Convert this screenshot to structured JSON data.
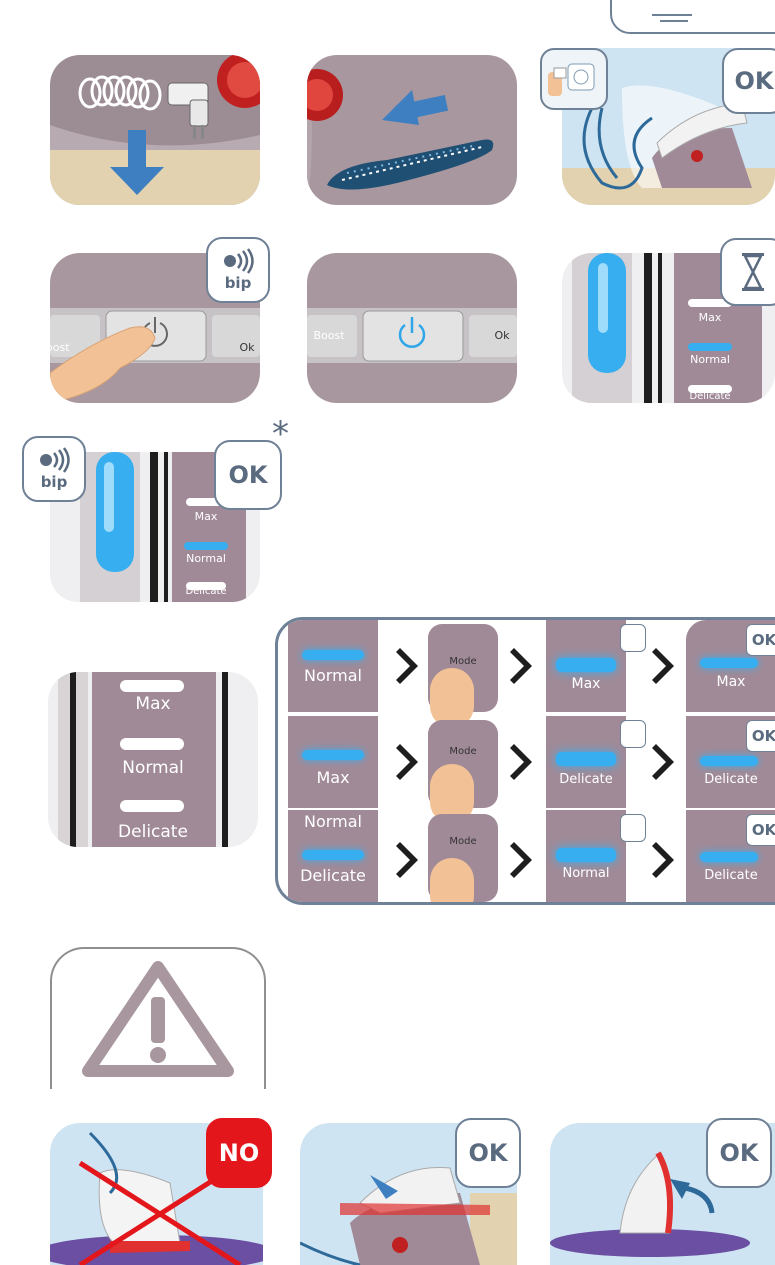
{
  "badges": {
    "ok": "OK",
    "no": "NO",
    "bip": "bip"
  },
  "buttons": {
    "boost": "Boost",
    "ok": "Ok",
    "mode": "Mode"
  },
  "modes": {
    "max": "Max",
    "normal": "Normal",
    "delicate": "Delicate"
  },
  "asterisk": "*",
  "sequence": [
    {
      "start": "Normal",
      "target": "Max"
    },
    {
      "start": "Max",
      "target": "Delicate"
    },
    {
      "start": "Delicate",
      "target": "Normal"
    }
  ],
  "icons": [
    "plug-icon",
    "cord-icon",
    "wall-socket-icon",
    "power-button-icon",
    "hourglass-icon",
    "sound-icon",
    "warning-triangle-icon",
    "chevron-right-icon"
  ],
  "colors": {
    "frame": "#6f8196",
    "badge_text": "#5a6b80",
    "no": "#e3161c",
    "led": "#3fb6f0",
    "body_mauve": "#a8979f"
  }
}
